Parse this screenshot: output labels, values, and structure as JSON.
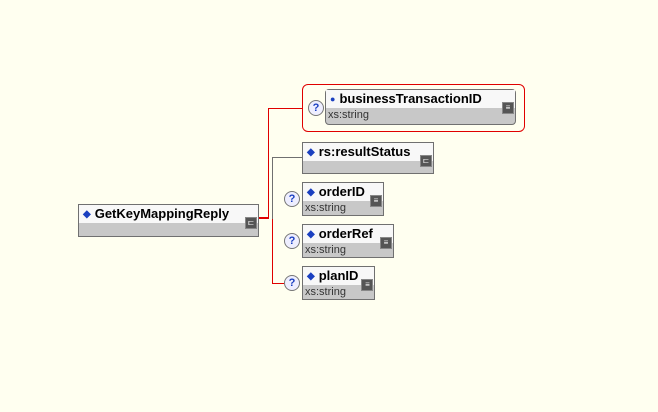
{
  "root": {
    "name": "GetKeyMappingReply"
  },
  "children": [
    {
      "name": "businessTransactionID",
      "type": "xs:string",
      "optional": true,
      "selected": true
    },
    {
      "name": "rs:resultStatus",
      "type": "",
      "optional": false
    },
    {
      "name": "orderID",
      "type": "xs:string",
      "optional": true
    },
    {
      "name": "orderRef",
      "type": "xs:string",
      "optional": true
    },
    {
      "name": "planID",
      "type": "xs:string",
      "optional": true
    }
  ],
  "icons": {
    "optional": "?",
    "diamond": "◆",
    "seq": "⊏"
  },
  "colors": {
    "selection": "#e00000",
    "background": "#fffff0"
  }
}
